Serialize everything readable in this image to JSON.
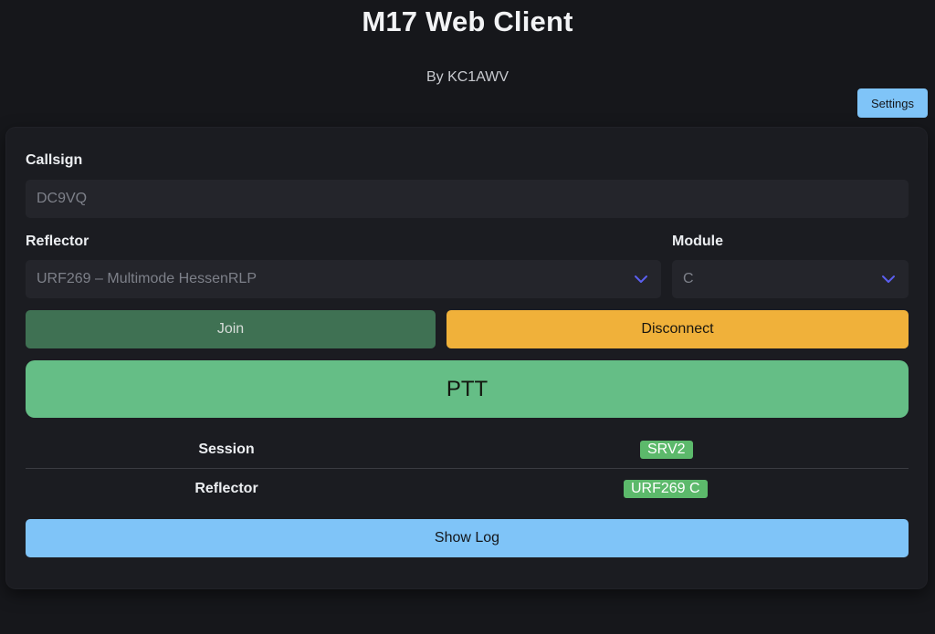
{
  "header": {
    "title": "M17 Web Client",
    "byline": "By KC1AWV",
    "settings_label": "Settings"
  },
  "form": {
    "callsign_label": "Callsign",
    "callsign_value": "DC9VQ",
    "reflector_label": "Reflector",
    "reflector_value": "URF269 – Multimode HessenRLP",
    "module_label": "Module",
    "module_value": "C"
  },
  "actions": {
    "join_label": "Join",
    "disconnect_label": "Disconnect",
    "ptt_label": "PTT",
    "show_log_label": "Show Log"
  },
  "status": {
    "session_label": "Session",
    "session_value": "SRV2",
    "reflector_label": "Reflector",
    "reflector_value": "URF269 C"
  },
  "colors": {
    "background": "#16171b",
    "card": "#1b1c21",
    "accent_blue": "#7fc4f8",
    "join_green": "#3f7153",
    "disconnect_amber": "#f0b13a",
    "ptt_green": "#65be86",
    "badge_green": "#5cb96b",
    "chevron": "#5b5ff0"
  },
  "icons": {
    "reflector_select": "chevron-down-icon",
    "module_select": "chevron-down-icon"
  }
}
